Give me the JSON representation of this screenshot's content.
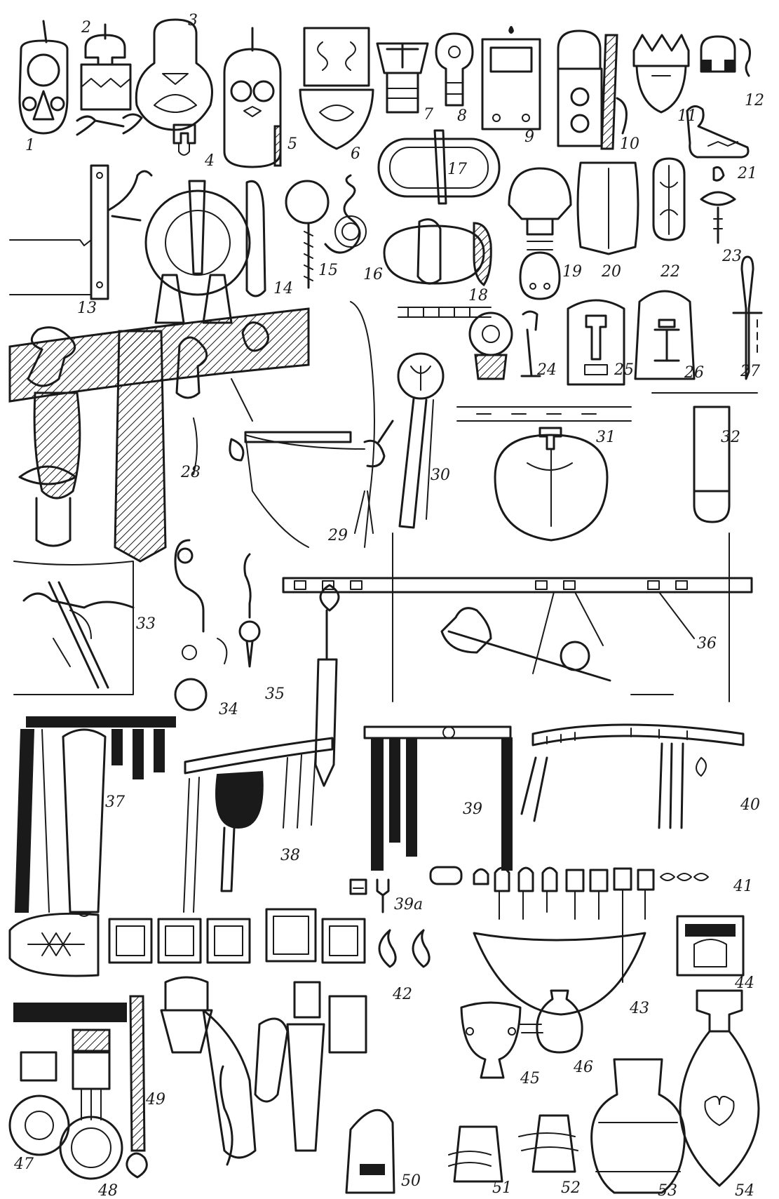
{
  "figure_numbers": [
    "1",
    "2",
    "3",
    "4",
    "5",
    "6",
    "7",
    "8",
    "9",
    "10",
    "11",
    "12",
    "13",
    "14",
    "15",
    "16",
    "17",
    "18",
    "19",
    "20",
    "21",
    "22",
    "23",
    "24",
    "25",
    "26",
    "27",
    "28",
    "29",
    "30",
    "31",
    "32",
    "33",
    "34",
    "35",
    "36",
    "37",
    "38",
    "39",
    "39a",
    "40",
    "41",
    "42",
    "43",
    "44",
    "45",
    "46",
    "47",
    "48",
    "49",
    "50",
    "51",
    "52",
    "53",
    "54"
  ],
  "colors": {
    "ink": "#1a1a1a",
    "paper": "#ffffff"
  }
}
